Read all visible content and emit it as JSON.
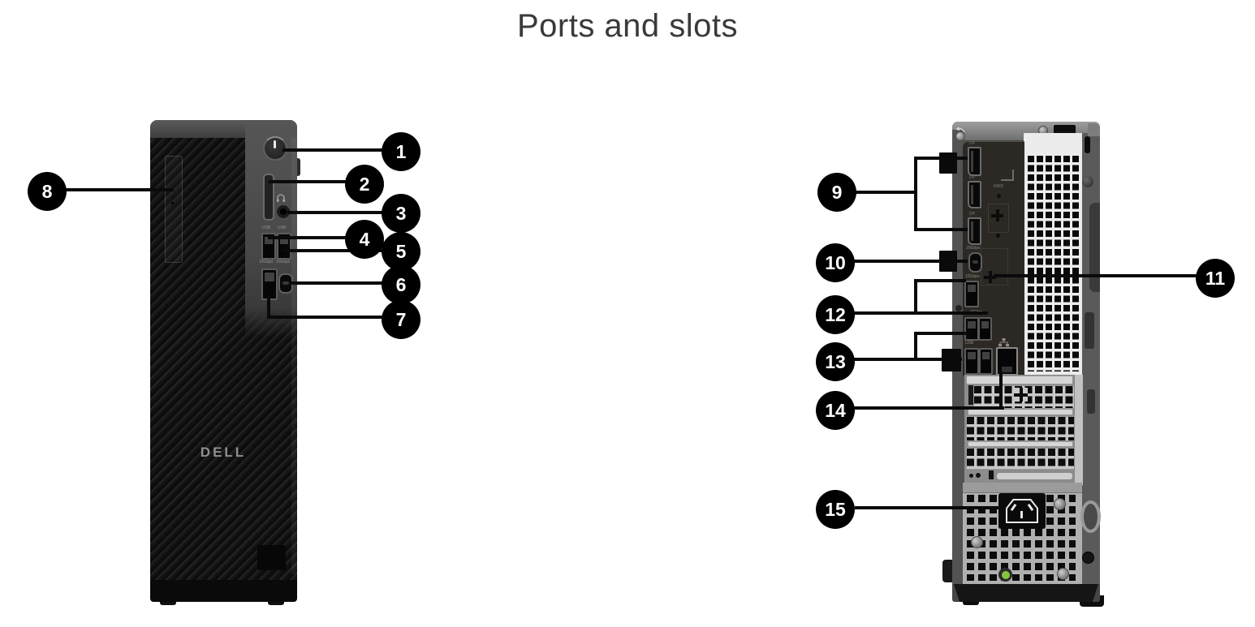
{
  "title": "Ports and slots",
  "callouts": {
    "labels": [
      "1",
      "2",
      "3",
      "4",
      "5",
      "6",
      "7",
      "8",
      "9",
      "10",
      "11",
      "12",
      "13",
      "14",
      "15"
    ]
  },
  "front_view": {
    "brand": "DELL",
    "markings": {
      "usb_row": [
        "USB",
        "USB"
      ],
      "usb10_row": [
        "10Gbps",
        "10Gbps"
      ]
    }
  },
  "rear_view": {
    "markings": {
      "dp_labels": [
        "DP",
        "DP",
        "DP"
      ],
      "usbc": "20Gbps",
      "usb10": "10Gbps",
      "usb5": "5Gbps",
      "usb2": "USB",
      "serial": "IOIOI"
    }
  },
  "colors": {
    "callout_bg": "#000000",
    "callout_text": "#ffffff",
    "psu_led": "#85c441",
    "chassis_dark": "#121212",
    "io_panel": "#2c2925"
  }
}
